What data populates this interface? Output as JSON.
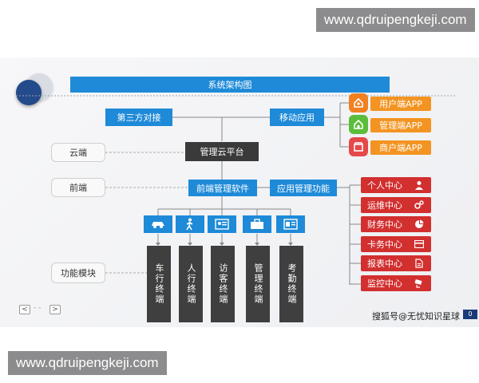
{
  "watermark_top": "www.qdruipengkeji.com",
  "watermark_bottom": "www.qdruipengkeji.com",
  "diagram": {
    "title": "系统架构图",
    "third_party": "第三方对接",
    "mobile_app": "移动应用",
    "cloud_platform": "管理云平台",
    "frontend_software": "前端管理软件",
    "app_functions": "应用管理功能",
    "row_labels": {
      "cloud": "云端",
      "frontend": "前端",
      "modules": "功能模块"
    },
    "apps": [
      {
        "label": "用户端APP",
        "icon": "home-icon",
        "icon_color": "#f08020"
      },
      {
        "label": "管理端APP",
        "icon": "home-icon",
        "icon_color": "#5bbd3a"
      },
      {
        "label": "商户端APP",
        "icon": "shop-icon",
        "icon_color": "#e54848"
      }
    ],
    "modules": [
      {
        "label": "车行终端",
        "icon": "car-icon"
      },
      {
        "label": "人行终端",
        "icon": "walker-icon"
      },
      {
        "label": "访客终端",
        "icon": "id-card-icon"
      },
      {
        "label": "管理终端",
        "icon": "briefcase-icon"
      },
      {
        "label": "考勤终端",
        "icon": "id-badge-icon"
      }
    ],
    "functions": [
      {
        "label": "个人中心",
        "icon": "person-icon"
      },
      {
        "label": "运维中心",
        "icon": "gears-icon"
      },
      {
        "label": "财务中心",
        "icon": "pie-icon"
      },
      {
        "label": "卡务中心",
        "icon": "card-icon"
      },
      {
        "label": "报表中心",
        "icon": "document-icon"
      },
      {
        "label": "监控中心",
        "icon": "camera-icon"
      }
    ]
  },
  "credit": "搜狐号@无忧知识星球",
  "slide_badge": "0",
  "nav": {
    "prev": "<",
    "dots": "- -",
    "next": ">"
  },
  "colors": {
    "blue": "#1e8ad8",
    "dark": "#3a3a3a",
    "orange": "#f39422",
    "red": "#d22f2f"
  }
}
